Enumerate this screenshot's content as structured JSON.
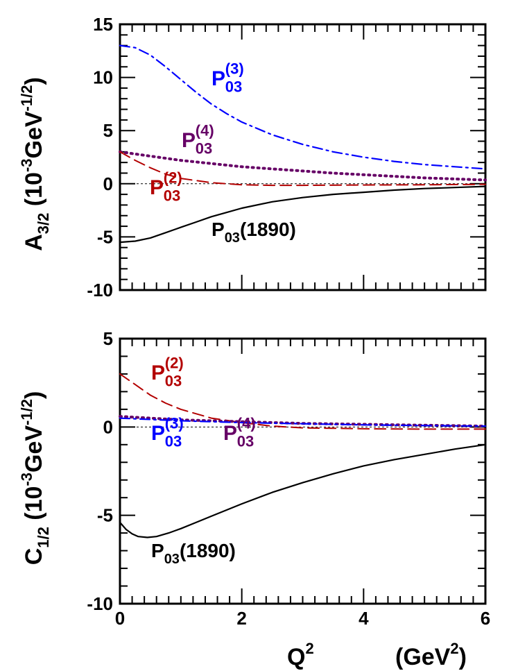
{
  "chart_data": [
    {
      "type": "line",
      "panel": "top",
      "ylabel": "A",
      "ylabel_sub": "3/2",
      "ylabel_units": "(10",
      "ylabel_units_sup": "-3",
      "ylabel_units_tail": "GeV",
      "ylabel_units_sup2": "-1/2",
      "ylabel_units_close": ")",
      "xlim": [
        0,
        6
      ],
      "ylim": [
        -10,
        15
      ],
      "yticks": [
        -10,
        -5,
        0,
        5,
        10,
        15
      ],
      "ytick_labels": [
        "-10",
        "-5",
        "0",
        "5",
        "10",
        "15"
      ],
      "series": [
        {
          "color": "#0000ff",
          "style": "dashdot",
          "x": [
            0,
            0.25,
            0.5,
            0.75,
            1,
            1.25,
            1.5,
            1.75,
            2,
            2.5,
            3,
            3.5,
            4,
            4.5,
            5,
            5.5,
            6
          ],
          "y": [
            13.0,
            12.8,
            12.1,
            11.0,
            9.8,
            8.6,
            7.5,
            6.6,
            5.8,
            4.6,
            3.7,
            3.0,
            2.5,
            2.1,
            1.8,
            1.6,
            1.4
          ]
        },
        {
          "color": "#660066",
          "style": "dotted",
          "x": [
            0,
            0.5,
            1,
            1.5,
            2,
            2.5,
            3,
            3.5,
            4,
            4.5,
            5,
            5.5,
            6
          ],
          "y": [
            3.0,
            2.6,
            2.2,
            1.9,
            1.6,
            1.4,
            1.2,
            1.0,
            0.85,
            0.7,
            0.55,
            0.45,
            0.35
          ]
        },
        {
          "color": "#b30000",
          "style": "dashed",
          "x": [
            0,
            0.25,
            0.5,
            0.75,
            1,
            1.5,
            2,
            2.5,
            3,
            4,
            5,
            6
          ],
          "y": [
            3.0,
            2.2,
            1.5,
            0.9,
            0.5,
            0.1,
            -0.1,
            -0.15,
            -0.15,
            -0.12,
            -0.1,
            -0.05
          ]
        },
        {
          "color": "#000000",
          "style": "solid",
          "x": [
            0,
            0.25,
            0.5,
            0.75,
            1,
            1.25,
            1.5,
            1.75,
            2,
            2.5,
            3,
            3.5,
            4,
            4.5,
            5,
            5.5,
            6
          ],
          "y": [
            -5.5,
            -5.4,
            -5.1,
            -4.6,
            -4.1,
            -3.6,
            -3.1,
            -2.7,
            -2.3,
            -1.7,
            -1.3,
            -1.0,
            -0.8,
            -0.6,
            -0.45,
            -0.35,
            -0.25
          ]
        }
      ],
      "annotations": [
        {
          "base": "P",
          "sub": "03",
          "sup": "(3)",
          "color": "#0000ff"
        },
        {
          "base": "P",
          "sub": "03",
          "sup": "(4)",
          "color": "#660066"
        },
        {
          "base": "P",
          "sub": "03",
          "sup": "(2)",
          "color": "#b30000"
        },
        {
          "base": "P",
          "sub": "03",
          "tail": "(1890)",
          "color": "#000000"
        }
      ]
    },
    {
      "type": "line",
      "panel": "bottom",
      "ylabel": "C",
      "ylabel_sub": "1/2",
      "ylabel_units": "(10",
      "ylabel_units_sup": "-3",
      "ylabel_units_tail": "GeV",
      "ylabel_units_sup2": "-1/2",
      "ylabel_units_close": ")",
      "xlabel": "Q",
      "xlabel_sup": "2",
      "xlabel_units": "(GeV",
      "xlabel_units_sup": "2",
      "xlabel_units_close": ")",
      "xlim": [
        0,
        6
      ],
      "ylim": [
        -10,
        5
      ],
      "xticks": [
        0,
        2,
        4,
        6
      ],
      "xtick_labels": [
        "0",
        "2",
        "4",
        "6"
      ],
      "yticks": [
        -10,
        -5,
        0,
        5
      ],
      "ytick_labels": [
        "-10",
        "-5",
        "0",
        "5"
      ],
      "series": [
        {
          "color": "#b30000",
          "style": "dashed",
          "x": [
            0,
            0.25,
            0.5,
            0.75,
            1,
            1.5,
            2,
            2.5,
            3,
            4,
            5,
            6
          ],
          "y": [
            3.0,
            2.4,
            1.8,
            1.35,
            1.0,
            0.5,
            0.25,
            0.05,
            -0.05,
            -0.1,
            -0.12,
            -0.12
          ]
        },
        {
          "color": "#660066",
          "style": "dotted",
          "x": [
            0,
            1,
            2,
            3,
            4,
            5,
            6
          ],
          "y": [
            0.6,
            0.4,
            0.3,
            0.2,
            0.15,
            0.1,
            0.05
          ]
        },
        {
          "color": "#0000ff",
          "style": "dashdot",
          "x": [
            0,
            1,
            2,
            3,
            4,
            5,
            6
          ],
          "y": [
            0.5,
            0.35,
            0.25,
            0.18,
            0.12,
            0.08,
            0.05
          ]
        },
        {
          "color": "#000000",
          "style": "solid",
          "x": [
            0,
            0.1,
            0.2,
            0.3,
            0.45,
            0.6,
            0.8,
            1,
            1.25,
            1.5,
            2,
            2.5,
            3,
            3.5,
            4,
            4.5,
            5,
            5.5,
            6
          ],
          "y": [
            -5.4,
            -5.8,
            -6.05,
            -6.2,
            -6.25,
            -6.2,
            -6.0,
            -5.75,
            -5.4,
            -5.05,
            -4.35,
            -3.7,
            -3.15,
            -2.65,
            -2.2,
            -1.85,
            -1.55,
            -1.25,
            -1.0
          ]
        }
      ],
      "annotations": [
        {
          "base": "P",
          "sub": "03",
          "sup": "(2)",
          "color": "#b30000"
        },
        {
          "base": "P",
          "sub": "03",
          "sup": "(3)",
          "color": "#0000ff"
        },
        {
          "base": "P",
          "sub": "03",
          "sup": "(4)",
          "color": "#660066"
        },
        {
          "base": "P",
          "sub": "03",
          "tail": "(1890)",
          "color": "#000000"
        }
      ]
    }
  ]
}
